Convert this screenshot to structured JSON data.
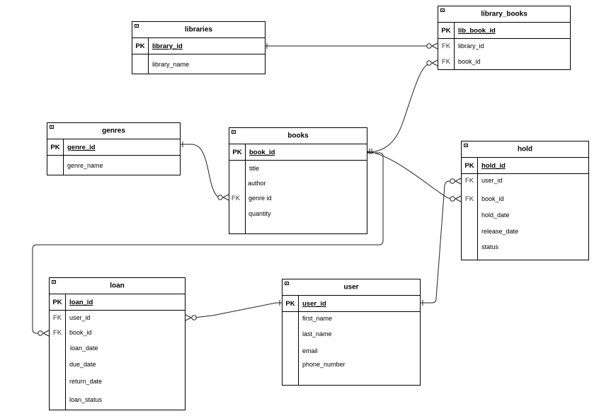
{
  "entities": {
    "libraries": {
      "title": "libraries",
      "pk": {
        "key": "PK",
        "name": "library_id"
      },
      "attrs": [
        {
          "key": "",
          "name": "library_name"
        }
      ]
    },
    "library_books": {
      "title": "library_books",
      "pk": {
        "key": "PK",
        "name": "lib_book_id"
      },
      "attrs": [
        {
          "key": "FK",
          "name": "library_id"
        },
        {
          "key": "FK",
          "name": "book_id"
        }
      ]
    },
    "genres": {
      "title": "genres",
      "pk": {
        "key": "PK",
        "name": "genre_id"
      },
      "attrs": [
        {
          "key": "",
          "name": "genre_name"
        }
      ]
    },
    "books": {
      "title": "books",
      "pk": {
        "key": "PK",
        "name": "book_id"
      },
      "attrs": [
        {
          "key": "",
          "name": "title"
        },
        {
          "key": "",
          "name": "author"
        },
        {
          "key": "FK",
          "name": "genre id"
        },
        {
          "key": "",
          "name": "quantity"
        }
      ]
    },
    "hold": {
      "title": "hold",
      "pk": {
        "key": "PK",
        "name": "hold_id"
      },
      "attrs": [
        {
          "key": "FK",
          "name": "user_id"
        },
        {
          "key": "FK",
          "name": "book_id"
        },
        {
          "key": "",
          "name": "hold_date"
        },
        {
          "key": "",
          "name": "release_date"
        },
        {
          "key": "",
          "name": "status"
        }
      ]
    },
    "loan": {
      "title": "loan",
      "pk": {
        "key": "PK",
        "name": "loan_id"
      },
      "attrs": [
        {
          "key": "FK",
          "name": "user_id"
        },
        {
          "key": "FK",
          "name": "book_id"
        },
        {
          "key": "",
          "name": "loan_date"
        },
        {
          "key": "",
          "name": "due_date"
        },
        {
          "key": "",
          "name": "return_date"
        },
        {
          "key": "",
          "name": "loan_status"
        }
      ]
    },
    "user": {
      "title": "user",
      "pk": {
        "key": "PK",
        "name": "user_id"
      },
      "attrs": [
        {
          "key": "",
          "name": "first_name"
        },
        {
          "key": "",
          "name": "last_name"
        },
        {
          "key": "",
          "name": "email"
        },
        {
          "key": "",
          "name": "phone_number"
        }
      ]
    }
  },
  "relationships": [
    {
      "from": "libraries",
      "to": "library_books",
      "from_end": "one",
      "to_end": "zero-or-many"
    },
    {
      "from": "books",
      "to": "library_books",
      "from_end": "one",
      "to_end": "zero-or-many"
    },
    {
      "from": "genres",
      "to": "books",
      "from_end": "one",
      "to_end": "zero-or-many"
    },
    {
      "from": "books",
      "to": "hold",
      "from_end": "one",
      "to_end": "zero-or-many"
    },
    {
      "from": "books",
      "to": "loan",
      "from_end": "one",
      "to_end": "zero-or-many"
    },
    {
      "from": "user",
      "to": "hold",
      "from_end": "one",
      "to_end": "zero-or-many"
    },
    {
      "from": "user",
      "to": "loan",
      "from_end": "one",
      "to_end": "zero-or-many"
    }
  ]
}
